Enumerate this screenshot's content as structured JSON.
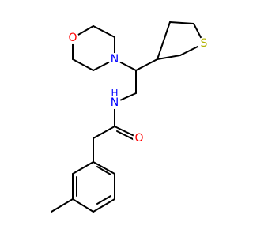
{
  "molecule": {
    "atoms": [
      {
        "id": "O_morph",
        "symbol": "O",
        "color": "#ff0000"
      },
      {
        "id": "N_morph",
        "symbol": "N",
        "color": "#0000ff"
      },
      {
        "id": "S_thio",
        "symbol": "S",
        "color": "#b2b200"
      },
      {
        "id": "N_amide",
        "symbol": "N",
        "color": "#0000ff"
      },
      {
        "id": "H_amide",
        "symbol": "H",
        "color": "#0000ff"
      },
      {
        "id": "O_carbonyl",
        "symbol": "O",
        "color": "#ff0000"
      }
    ],
    "bond_color": "#000000"
  }
}
